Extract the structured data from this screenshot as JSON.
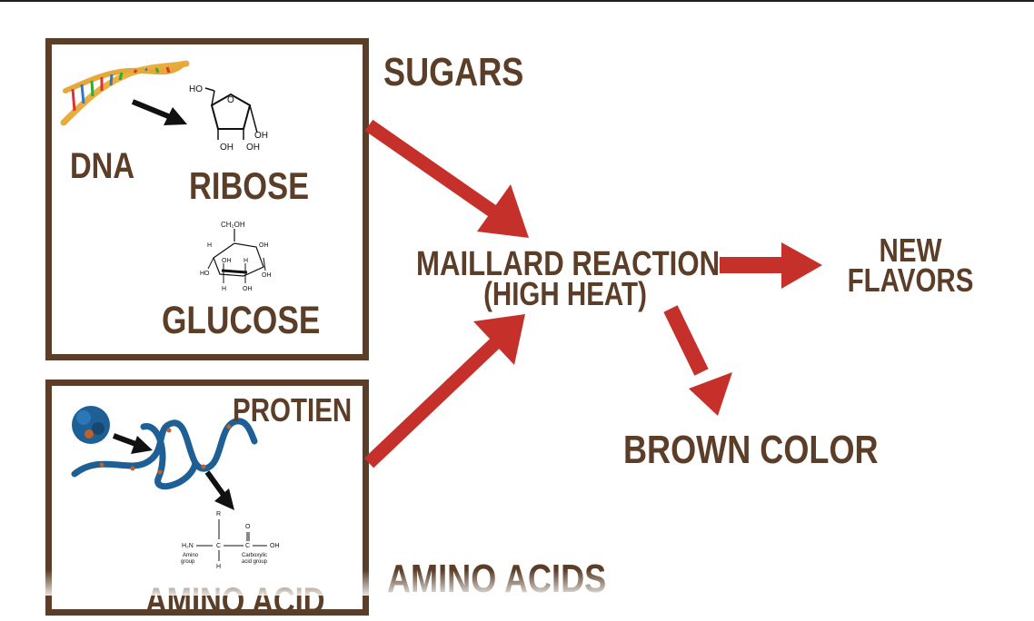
{
  "diagram": {
    "sugars_box": {
      "dna_label": "DNA",
      "ribose_label": "RIBOSE",
      "glucose_label": "GLUCOSE"
    },
    "protein_box": {
      "protein_label": "PROTIEN",
      "amino_acid_label": "AMINO ACID"
    },
    "sugars_heading": "SUGARS",
    "amino_acids_heading": "AMINO ACIDS",
    "reaction": {
      "line1": "MAILLARD REACTION",
      "line2": "(HIGH HEAT)"
    },
    "outputs": {
      "new_flavors_line1": "NEW",
      "new_flavors_line2": "FLAVORS",
      "brown_color": "BROWN COLOR"
    },
    "ribose_structure": {
      "ho": "HO",
      "oh1": "OH",
      "oh2": "OH",
      "oh3": "OH",
      "ring_o": "O"
    },
    "glucose_structure": {
      "ch2oh": "CH₂OH",
      "h": "H",
      "oh": "OH",
      "ho": "HO"
    },
    "amino_structure": {
      "r": "R",
      "h2n": "H₂N",
      "c": "C",
      "o": "O",
      "oh": "OH",
      "h": "H",
      "amino_group": "Amino group",
      "carboxylic_group": "Carboxylic acid group"
    },
    "colors": {
      "box_border": "#5b3d28",
      "label_text": "#5b3d28",
      "arrow_red": "#c5302b",
      "arrow_black": "#111111"
    }
  }
}
